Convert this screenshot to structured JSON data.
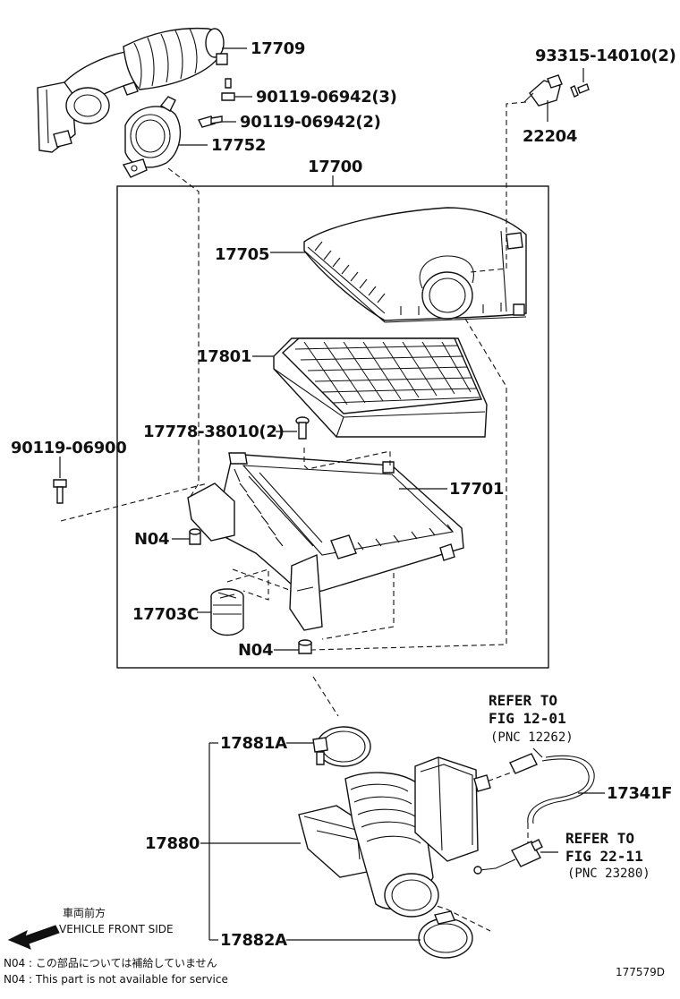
{
  "diagram": {
    "parts": {
      "p17709": "17709",
      "p90119_06942_3": "90119-06942(3)",
      "p90119_06942_2": "90119-06942(2)",
      "p17752": "17752",
      "p17700": "17700",
      "p93315_14010_2": "93315-14010(2)",
      "p22204": "22204",
      "p17705": "17705",
      "p17801": "17801",
      "p17778_38010_2": "17778-38010(2)",
      "p90119_06900": "90119-06900",
      "p17701": "17701",
      "pN04_a": "N04",
      "p17703C": "17703C",
      "pN04_b": "N04",
      "p17881A": "17881A",
      "p17880": "17880",
      "p17882A": "17882A",
      "p17341F": "17341F"
    },
    "refer_a": {
      "line1": "REFER TO",
      "line2": "FIG 12-01",
      "line3": "(PNC 12262)"
    },
    "refer_b": {
      "line1": "REFER TO",
      "line2": "FIG 22-11",
      "line3": "(PNC 23280)"
    },
    "front": {
      "jp": "車両前方",
      "en": "VEHICLE FRONT SIDE"
    },
    "notes": {
      "jp": "N04 : この部品については補給していません",
      "en": "N04 : This part is not available for service"
    },
    "figure_id": "177579D"
  }
}
